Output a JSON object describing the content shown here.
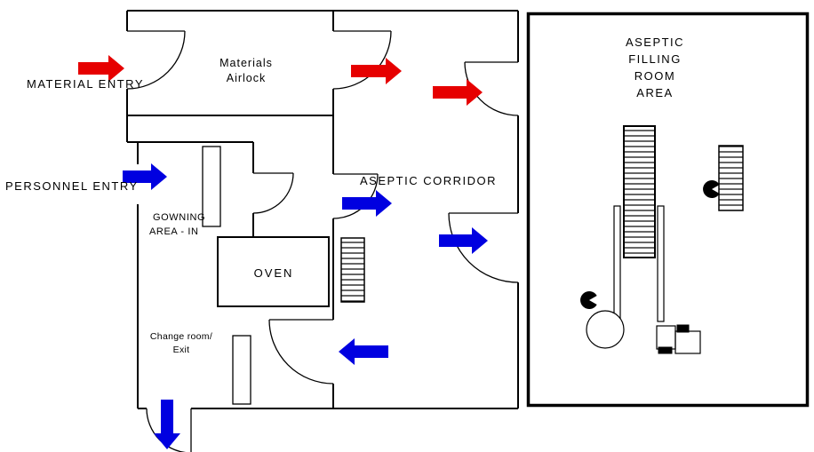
{
  "colors": {
    "wall": "#000000",
    "material_flow": "#e60000",
    "personnel_flow": "#0000e0"
  },
  "labels": {
    "material_entry": "MATERIAL ENTRY",
    "personnel_entry": "PERSONNEL ENTRY",
    "aseptic_corridor": "ASEPTIC CORRIDOR",
    "oven": "OVEN",
    "materials_airlock": [
      "Materials",
      "Airlock"
    ],
    "gowning_area": [
      "GOWNING",
      "AREA - IN"
    ],
    "change_room": [
      "Change room/",
      "Exit"
    ],
    "aseptic_filling_room": [
      "ASEPTIC",
      "FILLING",
      "ROOM",
      "AREA"
    ]
  },
  "arrows": {
    "material_flow_directions": [
      "right",
      "right",
      "right"
    ],
    "personnel_flow_directions": [
      "right",
      "right",
      "right",
      "left",
      "down"
    ]
  }
}
